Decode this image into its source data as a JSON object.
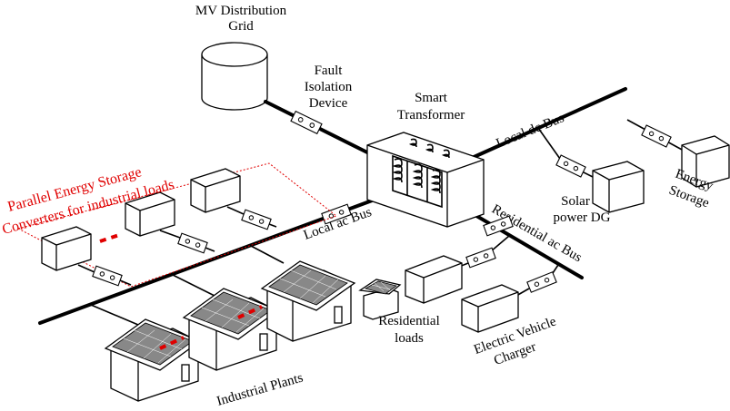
{
  "labels": {
    "mv_grid_line1": "MV Distribution",
    "mv_grid_line2": "Grid",
    "fault_line1": "Fault",
    "fault_line2": "Isolation",
    "fault_line3": "Device",
    "smart_line1": "Smart",
    "smart_line2": "Transformer",
    "local_dc_bus": "Local dc Bus",
    "energy_storage_line1": "Energy",
    "energy_storage_line2": "Storage",
    "solar_line1": "Solar",
    "solar_line2": "power DG",
    "residential_ac_bus": "Residential ac Bus",
    "local_ac_bus": "Local ac Bus",
    "parallel_line1": "Parallel Energy Storage",
    "parallel_line2": "Converters for industrial loads",
    "residential_loads_line1": "Residential",
    "residential_loads_line2": "loads",
    "ev_line1": "Electric Vehicle",
    "ev_line2": "Charger",
    "industrial_plants": "Industrial Plants"
  },
  "colors": {
    "line": "#000000",
    "highlight": "#e00000",
    "panel": "#888888",
    "background": "#ffffff"
  }
}
